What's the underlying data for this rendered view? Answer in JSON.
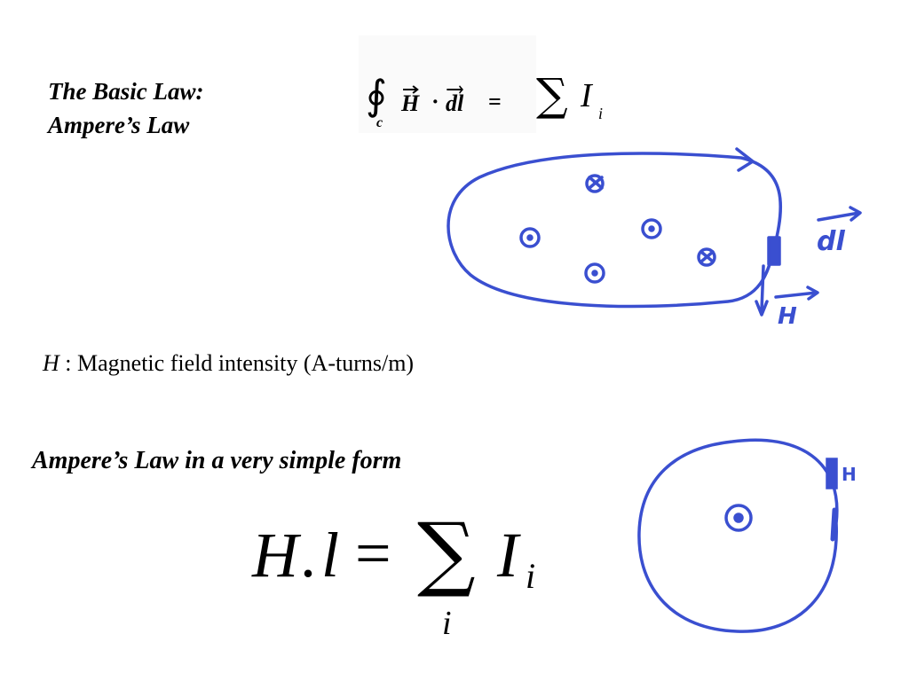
{
  "heading": {
    "line1": "The Basic Law:",
    "line2": "Ampere’s Law"
  },
  "integral_formula": {
    "integral_symbol": "∮",
    "contour_label": "c",
    "H": "H",
    "dot": "·",
    "dl": "dl",
    "equals": "=",
    "sum": "∑",
    "current": "I",
    "current_subscript": "i"
  },
  "sketch_loop_labels": {
    "dl": "dl",
    "H": "H"
  },
  "h_definition": {
    "symbol": "H",
    "text": " : Magnetic field intensity (A-turns/m)"
  },
  "simple_form_title": "Ampere’s Law in a very simple form",
  "simple_formula": {
    "H": "H",
    "dot": ".",
    "l": "l",
    "equals": "=",
    "sum": "∑",
    "sum_index": "i",
    "current": "I",
    "current_subscript": "i"
  },
  "circle_label": "H",
  "colors": {
    "ink": "#3a4fd0",
    "text": "#000000"
  }
}
